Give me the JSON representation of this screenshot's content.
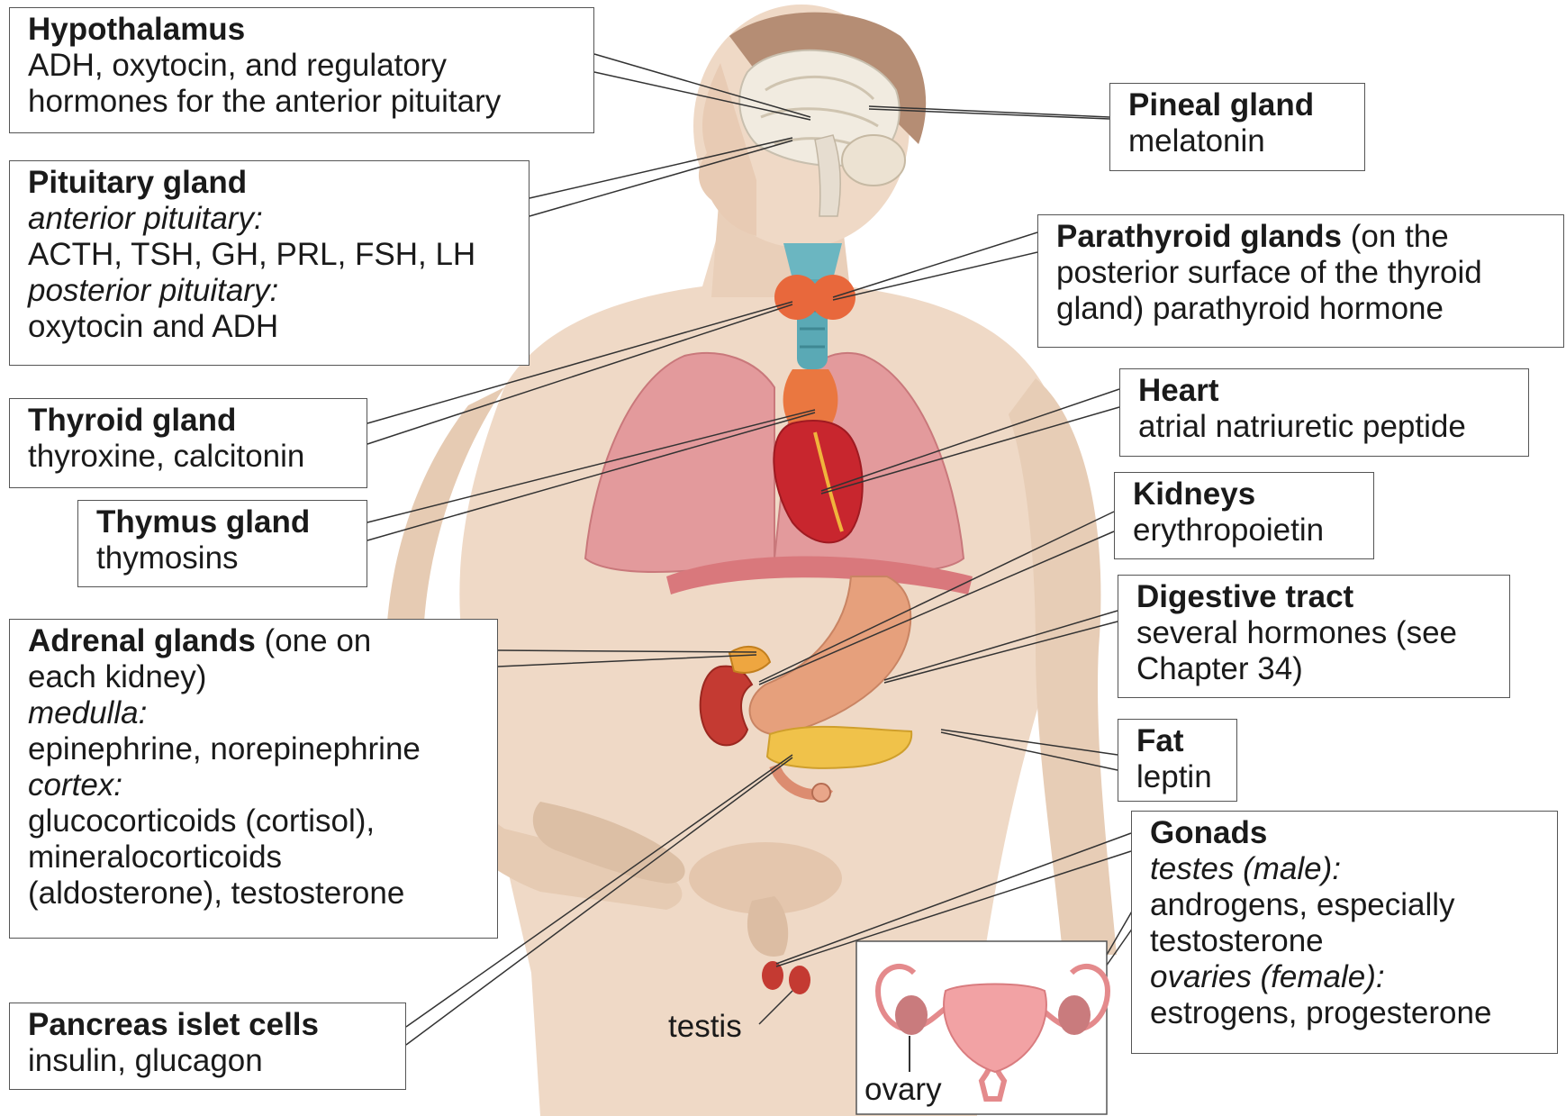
{
  "labels": {
    "hypothalamus": {
      "title": "Hypothalamus",
      "line1": "ADH, oxytocin, and regulatory",
      "line2": "hormones for the anterior pituitary"
    },
    "pineal": {
      "title": "Pineal gland",
      "line1": "melatonin"
    },
    "pituitary": {
      "title": "Pituitary gland",
      "anterior_label": "anterior pituitary:",
      "anterior_hormones": "ACTH, TSH, GH, PRL, FSH, LH",
      "posterior_label": "posterior pituitary:",
      "posterior_hormones": "oxytocin and ADH"
    },
    "parathyroid": {
      "title": "Parathyroid glands",
      "title_suffix": " (on the",
      "line1": "posterior surface of the thyroid",
      "line2": "gland) parathyroid hormone"
    },
    "thyroid": {
      "title": "Thyroid gland",
      "line1": "thyroxine, calcitonin"
    },
    "heart": {
      "title": "Heart",
      "line1": "atrial natriuretic peptide"
    },
    "thymus": {
      "title": "Thymus gland",
      "line1": "thymosins"
    },
    "kidneys": {
      "title": "Kidneys",
      "line1": "erythropoietin"
    },
    "digestive": {
      "title": "Digestive tract",
      "line1": "several hormones (see",
      "line2": "Chapter 34)"
    },
    "adrenal": {
      "title": "Adrenal glands",
      "title_suffix": " (one on",
      "line1": "each kidney)",
      "medulla_label": "medulla:",
      "medulla_hormones": "epinephrine, norepinephrine",
      "cortex_label": "cortex:",
      "cortex_line1": "glucocorticoids (cortisol),",
      "cortex_line2": "mineralocorticoids",
      "cortex_line3": "(aldosterone), testosterone"
    },
    "fat": {
      "title": "Fat",
      "line1": "leptin"
    },
    "gonads": {
      "title": "Gonads",
      "testes_label": "testes (male):",
      "testes_line1": "androgens, especially",
      "testes_line2": "testosterone",
      "ovaries_label": "ovaries (female):",
      "ovaries_line1": "estrogens, progesterone"
    },
    "pancreas": {
      "title": "Pancreas islet cells",
      "line1": "insulin, glucagon"
    }
  },
  "callouts": {
    "testis": "testis",
    "ovary": "ovary"
  },
  "colors": {
    "skin": "#efd9c6",
    "skin_shadow": "#dcc0a8",
    "lung": "#e39a9c",
    "heart": "#c8262e",
    "thyroid": "#e8683c",
    "trachea": "#5aa9b5",
    "stomach": "#e6a07c",
    "pancreas": "#f0c24a",
    "kidney": "#c43a32",
    "diaphragm": "#d9787c",
    "brain": "#f1ebe0",
    "uterus": "#f2a2a4",
    "leader": "#333333"
  }
}
